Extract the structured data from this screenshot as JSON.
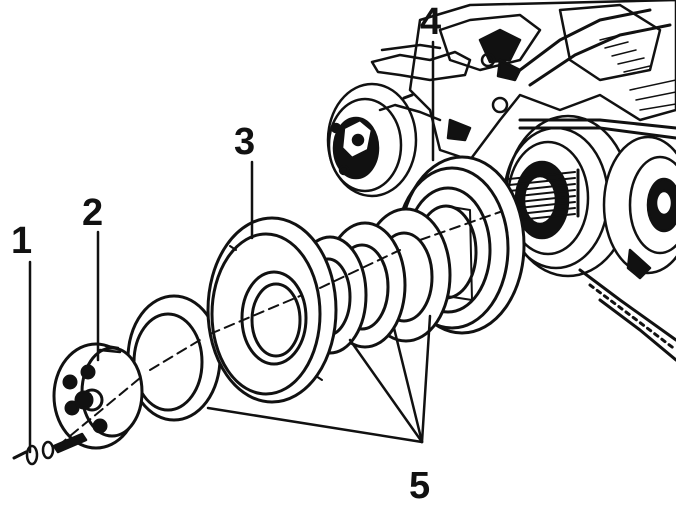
{
  "diagram": {
    "callouts": [
      {
        "id": "1",
        "text": "1"
      },
      {
        "id": "2",
        "text": "2"
      },
      {
        "id": "3",
        "text": "3"
      },
      {
        "id": "4",
        "text": "4"
      },
      {
        "id": "5",
        "text": "5"
      }
    ]
  },
  "colors": {
    "ink": "#111111",
    "paper": "#ffffff"
  }
}
